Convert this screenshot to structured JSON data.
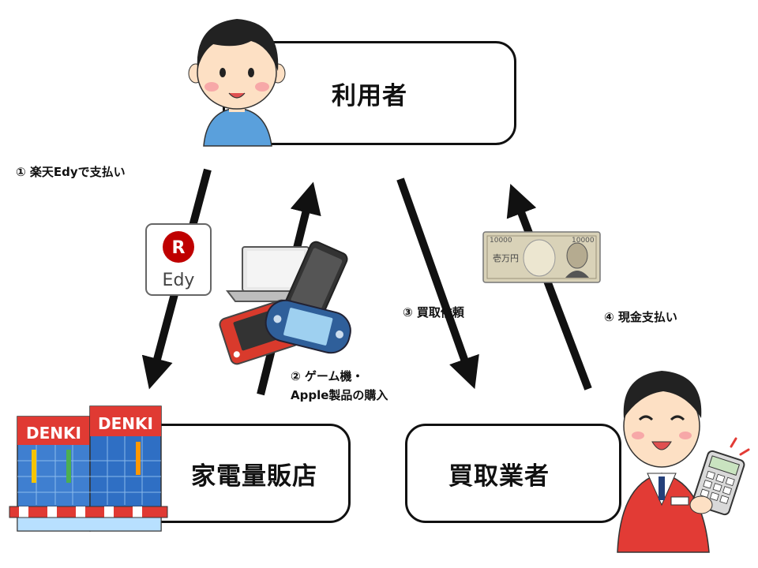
{
  "nodes": {
    "user": "利用者",
    "store": "家電量販店",
    "buyer": "買取業者"
  },
  "steps": {
    "step1": "① 楽天Edyで支払い",
    "step2_line1": "② ゲーム機・",
    "step2_line2": "Apple製品の購入",
    "step3": "③ 買取依頼",
    "step4": "④ 現金支払い"
  },
  "edy_card": {
    "logo_letter": "R",
    "text": "Edy",
    "brand_color": "#bf0000"
  },
  "banknote": {
    "denomination_left": "10000",
    "denomination_right": "10000",
    "kanji": "壱万円"
  },
  "store_sign": {
    "left": "DENKI",
    "right": "DENKI"
  },
  "icons": [
    "person-icon",
    "edy-card-icon",
    "game-devices-icon",
    "banknote-icon",
    "shopkeeper-icon",
    "store-building-icon"
  ]
}
